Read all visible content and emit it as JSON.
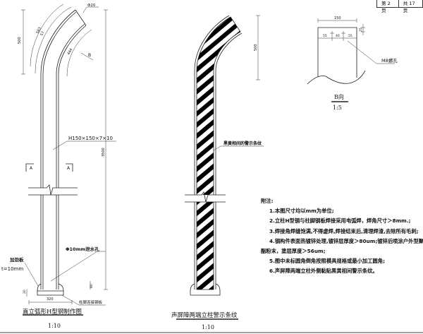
{
  "title_block": {
    "page": "第 2 页",
    "total": "共 17 页"
  },
  "left_drawing": {
    "dim_500": "500",
    "dim_583": "583",
    "dim_57": "57",
    "dim_444": "444",
    "hole_label": "Φ20",
    "b_arrow": "B",
    "section_mark_left": "A",
    "section_mark_right": "A",
    "section_profile": "H150×150×7×10",
    "dim_3500": "3500",
    "drain_hole": "Φ10mm泄水孔",
    "stiffener": "加劲板",
    "stiffener_thickness": "t=10mm",
    "dim_20": "20",
    "dim_80": "80",
    "dim_320": "320",
    "base_plate": "柱脚连接钢板",
    "title": "直立弧形H型钢制作图",
    "scale": "1:10"
  },
  "middle_drawing": {
    "dim_500": "500",
    "stripe_label": "黑黄相间的警示条纹",
    "title": "声屏障两端立柱警示条纹",
    "scale": "1:10"
  },
  "b_view": {
    "dim_150": "150",
    "dim_55a": "55",
    "dim_40": "40",
    "dim_55b": "55",
    "dim_25": "25",
    "bolt_hole": "M8螺孔",
    "title": "B向",
    "scale": "1:5"
  },
  "notes": {
    "heading": "附注:",
    "items": [
      "1.本图尺寸均以mm为单位;",
      "2.立柱H型钢与柱脚钢板焊接采用电弧焊，焊角尺寸＞8mm.;",
      "3.焊接角焊缝饱满,不得虚焊,焊接结束后,清理焊渣,去除所有毛刺;",
      "4.钢构件表面热镀锌处理,镀锌层厚度＞80um;镀锌后喷涂户外型聚",
      "酯粉末，塗层厚度＞56um;",
      "5.图中未标圆角倒角按照模具规格或最小加工圆角;",
      "6.声屏障两端立柱外侧黏贴黑黄相间警示条纹。"
    ]
  }
}
